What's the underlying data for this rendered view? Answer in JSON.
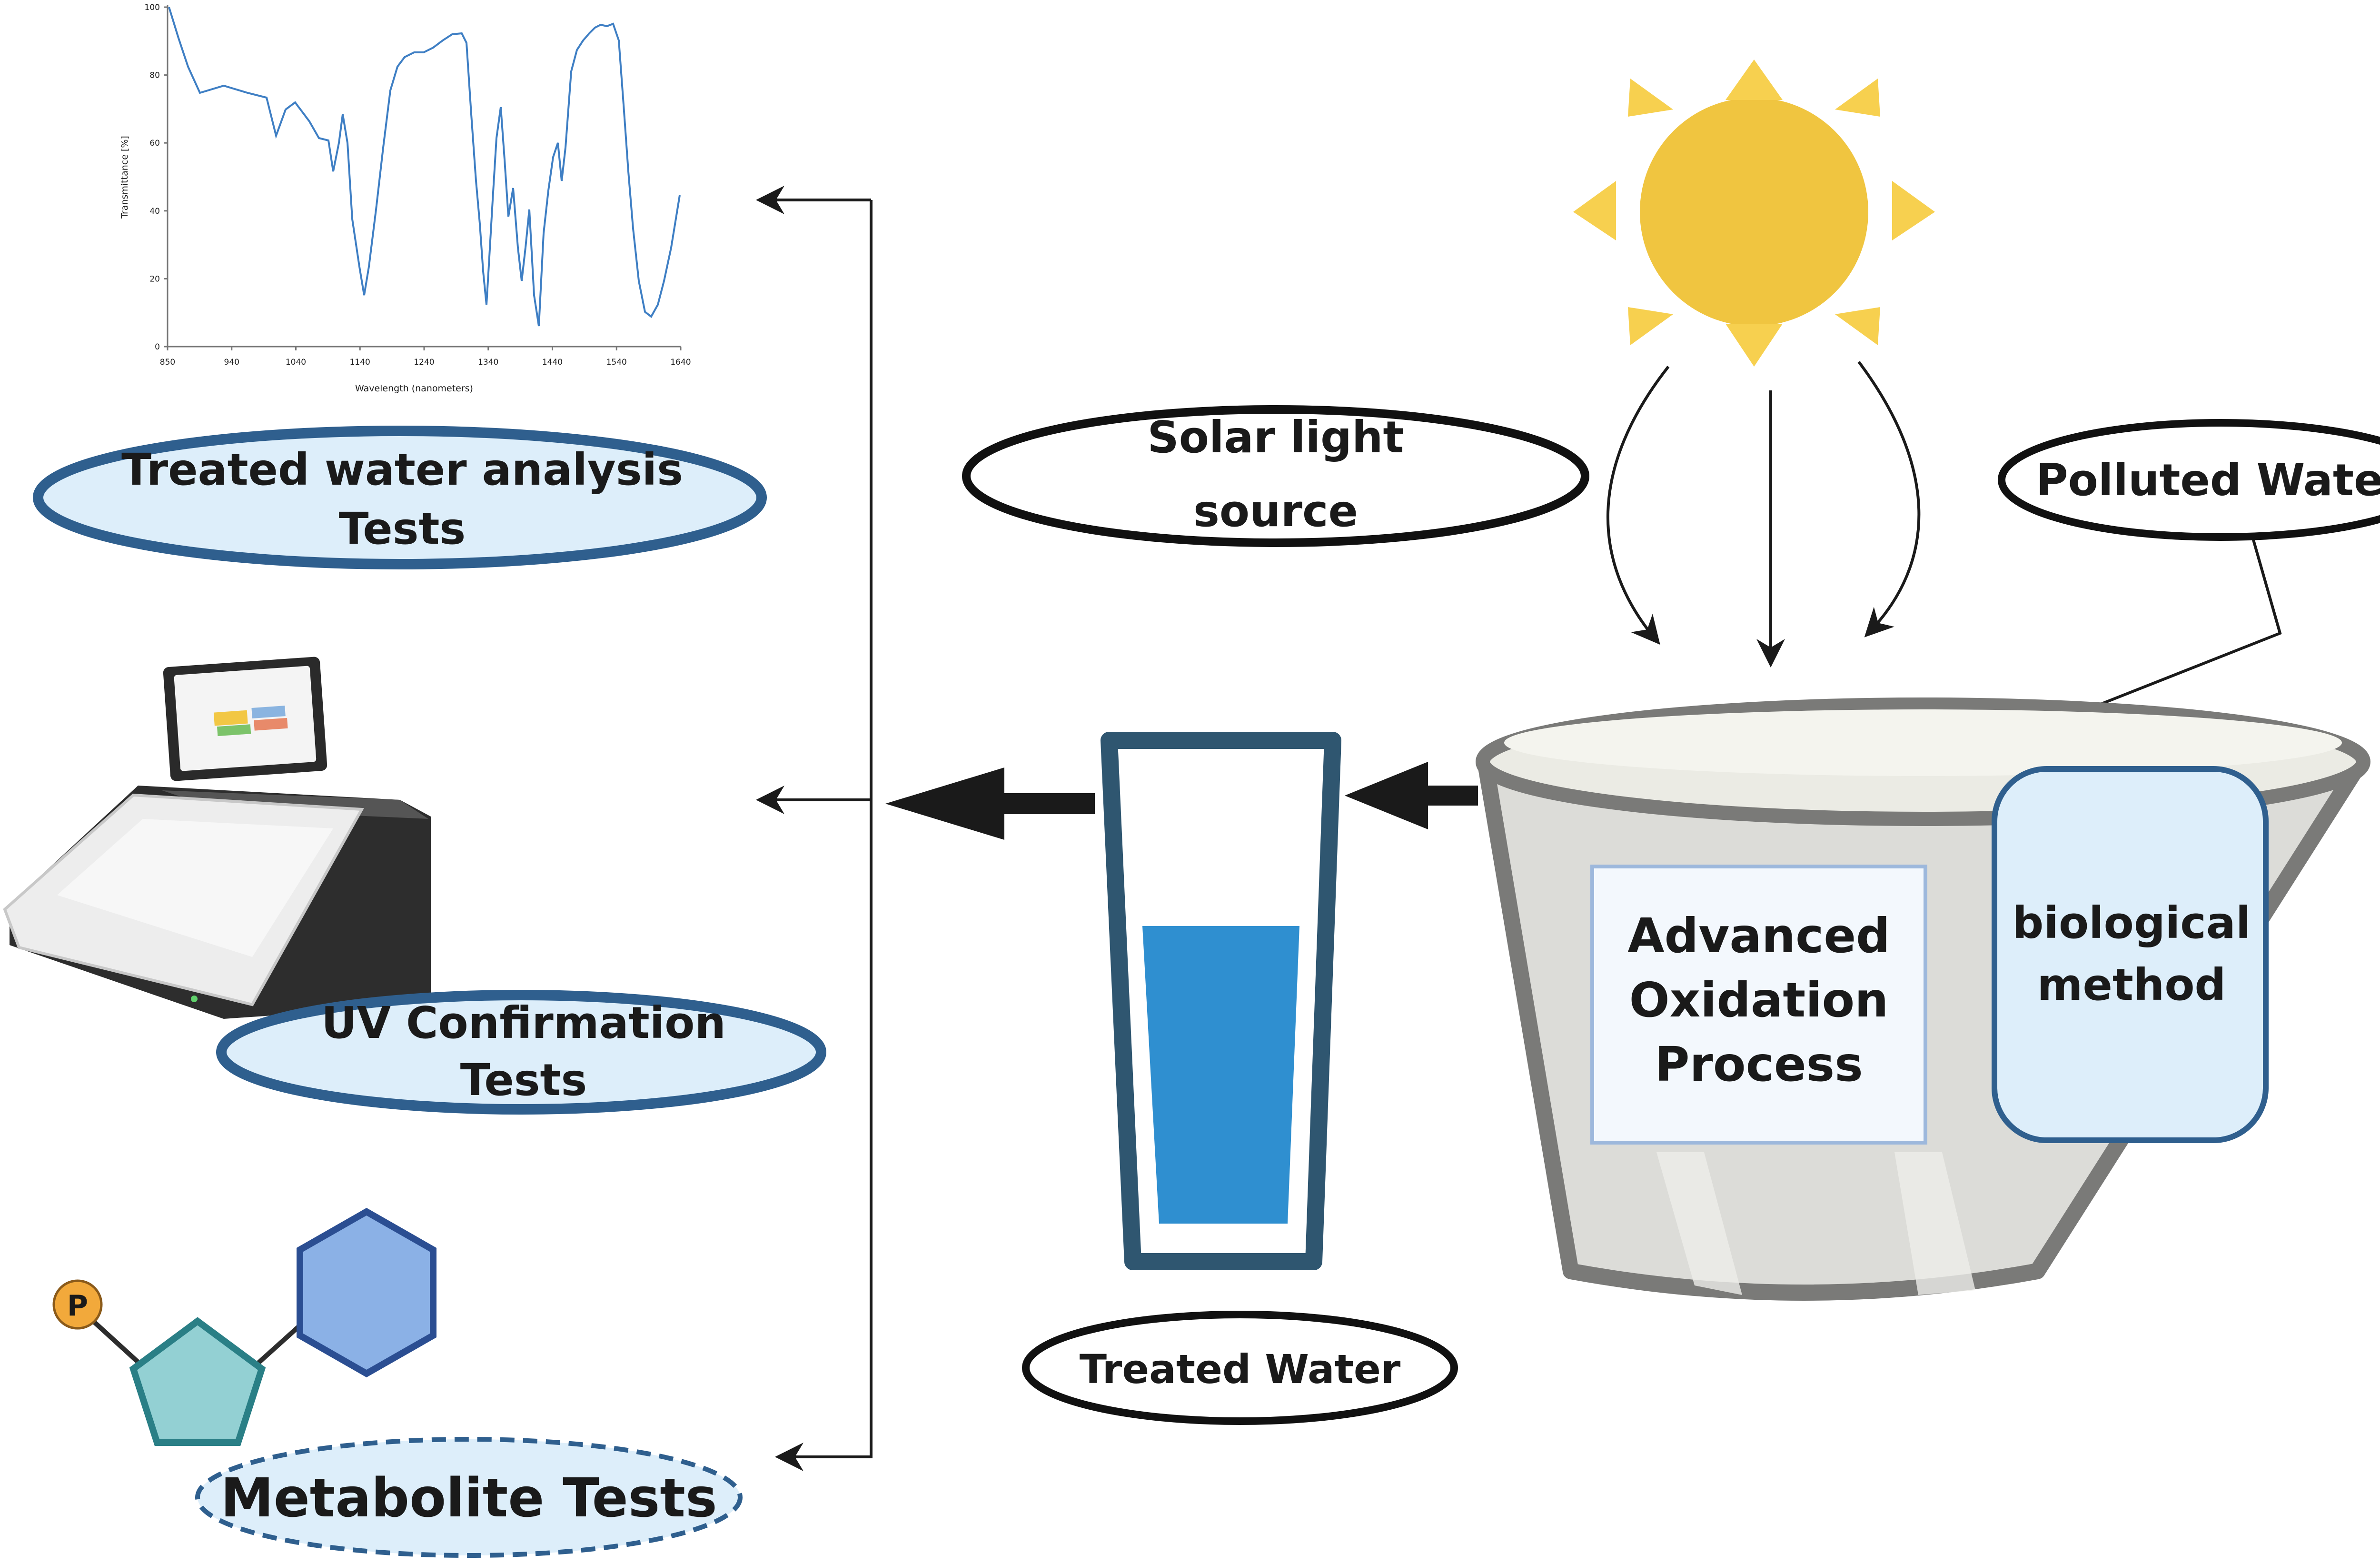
{
  "labels": {
    "analysis": [
      "Treated water analysis",
      "Tests"
    ],
    "uv": [
      "UV Confirmation",
      "Tests"
    ],
    "metabolite": "Metabolite Tests",
    "solar": [
      "Solar light",
      "source"
    ],
    "polluted": "Polluted Water",
    "treated": "Treated Water",
    "aop": [
      "Advanced",
      "Oxidation",
      "Process"
    ],
    "bio": [
      "biological",
      "method"
    ],
    "phosphate": "P"
  },
  "spectrum": {
    "xlabel": "Wavelength (nanometers)",
    "ylabel": "Transmittance [%]",
    "xticks": [
      "850",
      "940",
      "1040",
      "1140",
      "1240",
      "1340",
      "1440",
      "1540",
      "1640"
    ],
    "yticks": [
      "0",
      "20",
      "40",
      "60",
      "80",
      "100"
    ],
    "line_color": "#3f7fc4"
  },
  "colors": {
    "sun": "#f0c540",
    "sun_rays": "#f7d04f",
    "ellipse_fill": "#ddeefa",
    "ellipse_stroke": "#2f5f8e",
    "tank_rim": "#7a7a78",
    "tank_body": "#dcdcd8",
    "glass_frame": "#2f5670",
    "water": "#2f8fd0",
    "hexagon": "#8bb1e6",
    "pentagon": "#93d0d3",
    "phosphate": "#f2a93b"
  }
}
